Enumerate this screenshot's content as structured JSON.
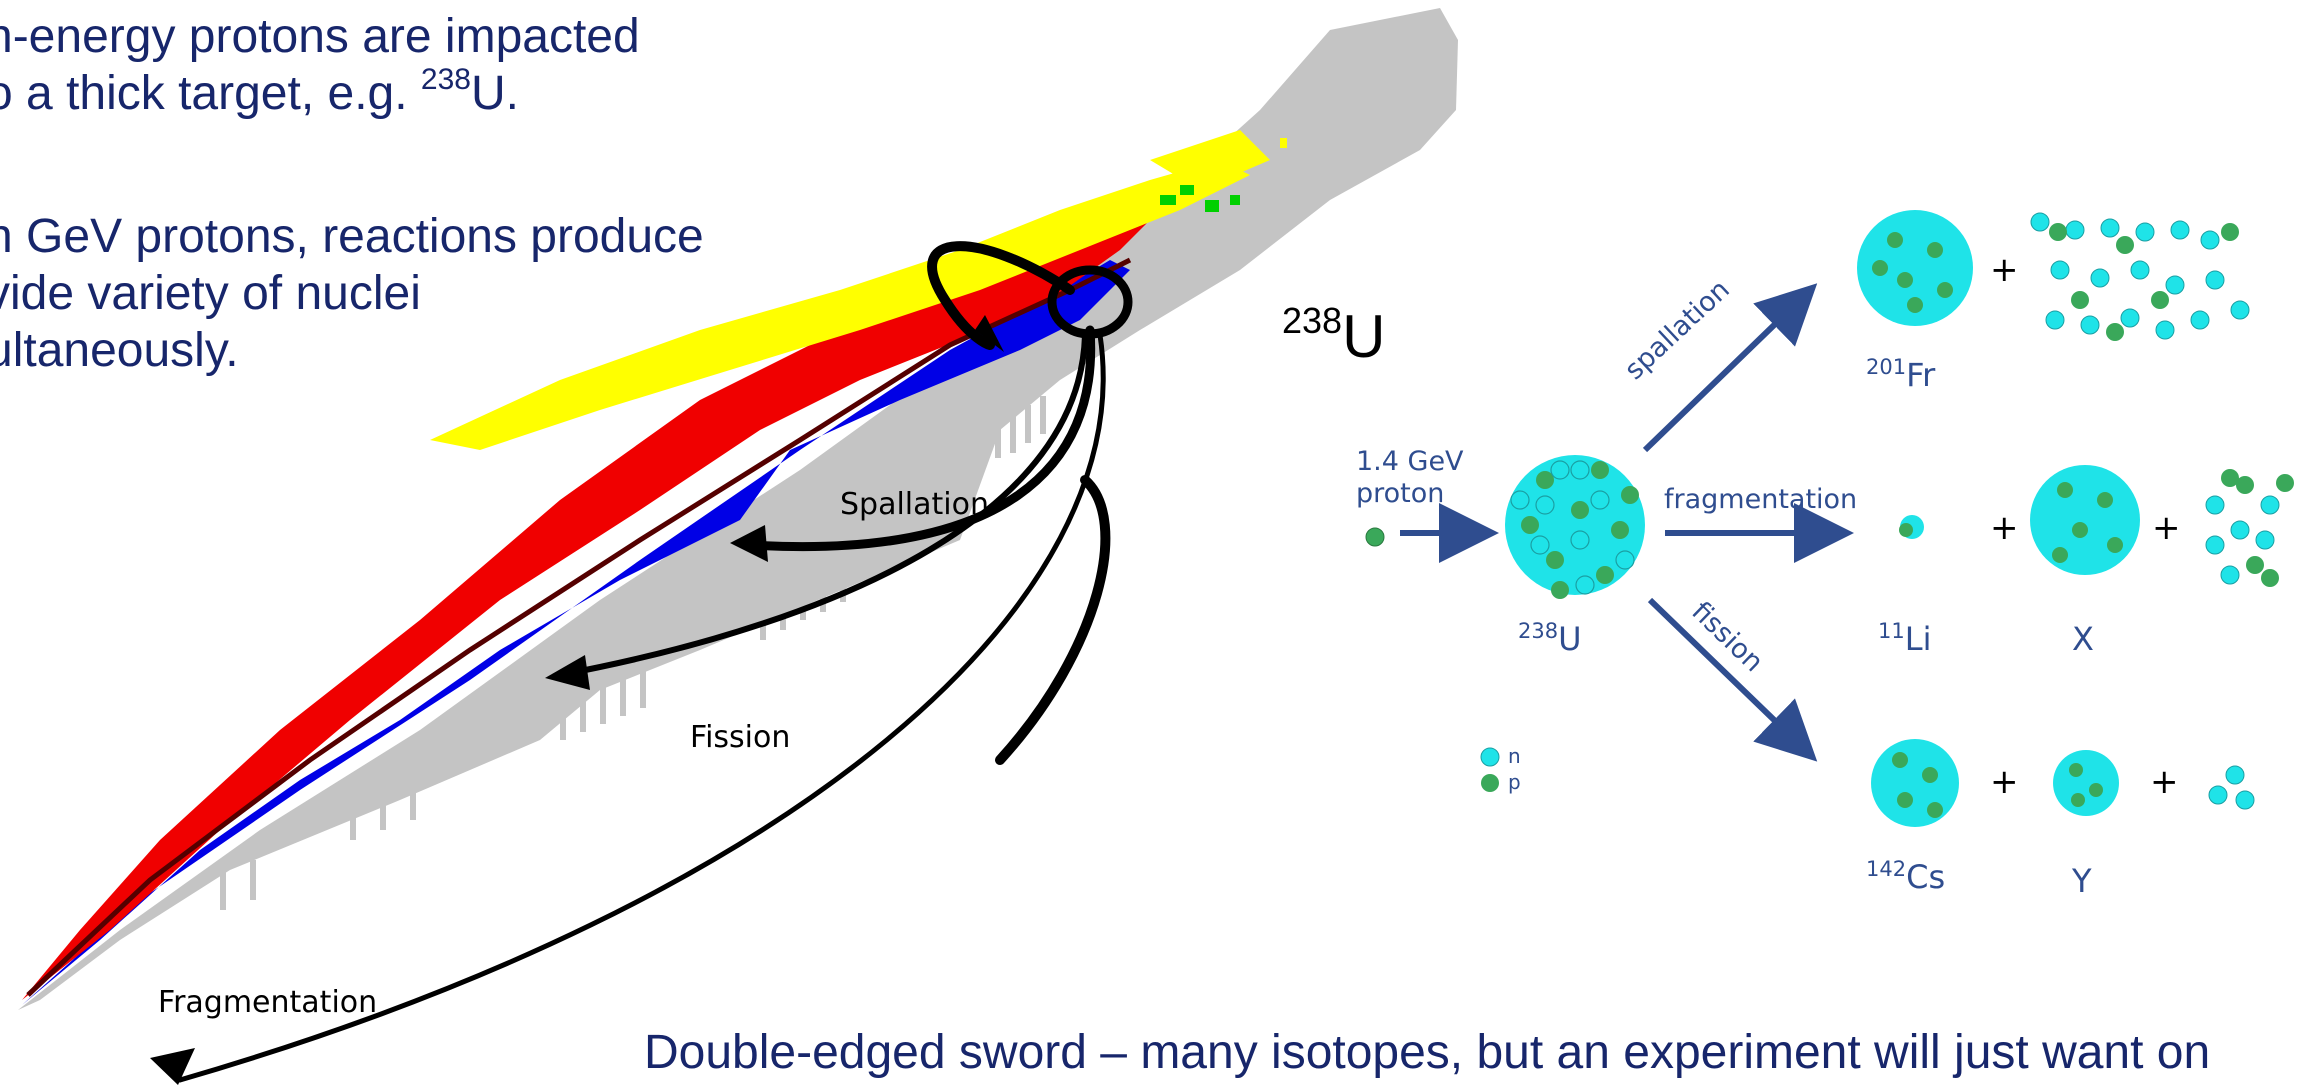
{
  "text_block": {
    "line1": "h-energy protons are impacted",
    "line2a": "o a thick target, e.g. ",
    "line2_sup": "238",
    "line2b": "U.",
    "line3": "h GeV protons, reactions produce",
    "line4": "vide variety of nuclei",
    "line5": "ultaneously."
  },
  "chart_labels": {
    "spallation": "Spallation",
    "fission": "Fission",
    "fragmentation": "Fragmentation"
  },
  "uranium_label": {
    "sup": "238",
    "symbol": "U"
  },
  "reaction_diagram": {
    "projectile": "1.4 GeV",
    "projectile2": "proton",
    "target_sup": "238",
    "target_symbol": "U",
    "arrow_spallation": "spallation",
    "arrow_fragmentation": "fragmentation",
    "arrow_fission": "fission",
    "product_fr_sup": "201",
    "product_fr_symbol": "Fr",
    "product_li_sup": "11",
    "product_li_symbol": "Li",
    "product_x": "X",
    "product_cs_sup": "142",
    "product_cs_symbol": "Cs",
    "product_y": "Y",
    "legend_n": "n",
    "legend_p": "p",
    "plus": "+"
  },
  "footer": {
    "text": "Double-edged sword – many isotopes, but an experiment will just want on"
  },
  "colors": {
    "text_navy": "#17266b",
    "arrow_blue": "#2f4d8f",
    "neutron_cyan": "#1fe3e8",
    "proton_green": "#3aa85a",
    "chart_gray": "#c4c4c4",
    "chart_red": "#f00000",
    "chart_blue": "#0000e6",
    "chart_yellow": "#ffff00"
  }
}
